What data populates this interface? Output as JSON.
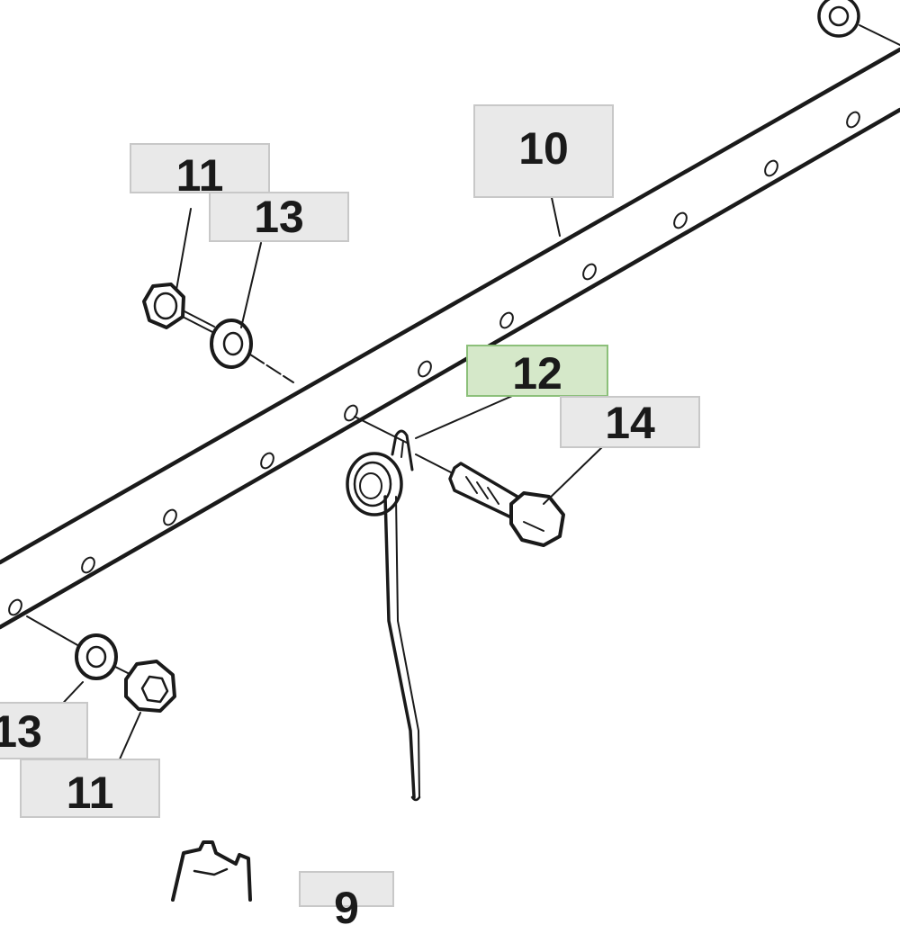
{
  "diagram": {
    "callouts": {
      "part_10": "10",
      "part_11_top": "11",
      "part_13_top": "13",
      "part_12": "12",
      "part_14": "14",
      "part_13_bottom": "13",
      "part_11_bottom": "11",
      "part_partial": "9"
    },
    "selected_part": "12",
    "colors": {
      "callout_bg": "#e9e9e9",
      "callout_border": "#c8c8c8",
      "selected_bg": "#d5e8c9",
      "selected_border": "#8cc07a",
      "line": "#1a1a1a"
    }
  }
}
